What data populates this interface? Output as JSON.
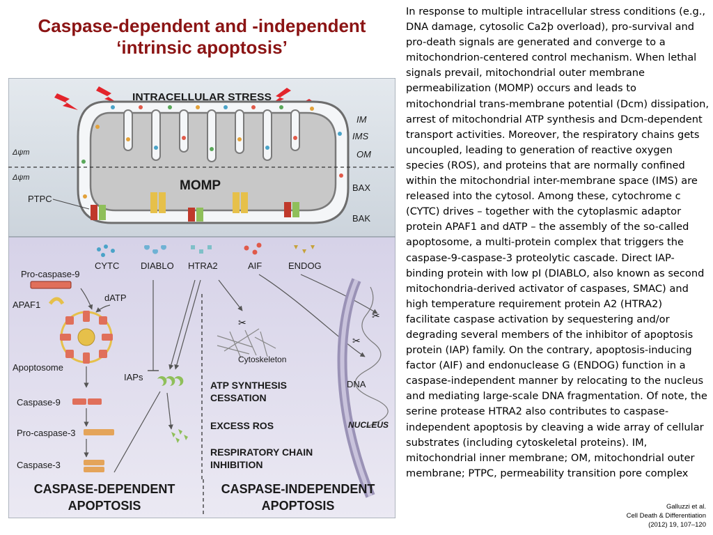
{
  "title": {
    "line1": "Caspase-dependent and -independent",
    "line2": "‘intrinsic apoptosis’"
  },
  "body_text": "In response to multiple intracellular stress conditions (e.g., DNA damage, cytosolic Ca2þ overload), pro-survival and pro-death signals are generated and converge to a mitochondrion-centered control mechanism. When lethal signals prevail, mitochondrial outer membrane permeabilization (MOMP) occurs and leads to mitochondrial trans-membrane potential (Dcm) dissipation, arrest of mitochondrial ATP synthesis and Dcm-dependent transport activities. Moreover, the respiratory chains gets uncoupled, leading to generation of reactive oxygen species (ROS), and proteins that are normally confined within the mitochondrial inter-membrane space (IMS) are released into the cytosol. Among these, cytochrome c (CYTC) drives – together with the cytoplasmic adaptor protein APAF1 and dATP – the assembly of the so-called apoptosome, a multi-protein complex that triggers the caspase-9-caspase-3 proteolytic cascade. Direct IAP-binding protein with low pI (DIABLO, also known as second mitochondria-derived activator of caspases, SMAC) and high temperature requirement protein A2 (HTRA2) facilitate caspase activation by sequestering and/or degrading several members of the inhibitor of apoptosis protein (IAP) family. On the contrary, apoptosis-inducing factor (AIF) and endonuclease G (ENDOG) function in a caspase-independent manner by relocating to the nucleus and mediating large-scale DNA fragmentation. Of note, the serine protease HTRA2 also contributes to caspase-independent apoptosis by cleaving a wide array of cellular substrates (including cytoskeletal proteins). IM, mitochondrial inner membrane; OM, mitochondrial outer membrane; PTPC, permeability transition pore complex",
  "citation": {
    "line1": "Galluzzi et al.",
    "line2": "Cell Death & Differentiation",
    "line3": "(2012) 19, 107–120"
  },
  "diagram": {
    "stress_label": "INTRACELLULAR STRESS",
    "membrane_labels": {
      "im": "IM",
      "ims": "IMS",
      "om": "OM"
    },
    "potential_labels": {
      "high": "Δψm",
      "low": "Δψm"
    },
    "momp_label": "MOMP",
    "ptpc_label": "PTPC",
    "bax_label": "BAX",
    "bak_label": "BAK",
    "released_proteins": {
      "cytc": "CYTC",
      "diablo": "DIABLO",
      "htra2": "HTRA2",
      "aif": "AIF",
      "endog": "ENDOG"
    },
    "pro_caspase_9": "Pro-caspase-9",
    "apaf1": "APAF1",
    "datp": "dATP",
    "apoptosome": "Apoptosome",
    "iaps": "IAPs",
    "caspase_9": "Caspase-9",
    "pro_caspase_3": "Pro-caspase-3",
    "caspase_3": "Caspase-3",
    "cytoskeleton": "Cytoskeleton",
    "dna": "DNA",
    "nucleus": "NUCLEUS",
    "atp_line1": "ATP SYNTHESIS",
    "atp_line2": "CESSATION",
    "ros": "EXCESS ROS",
    "resp_line1": "RESPIRATORY CHAIN",
    "resp_line2": "INHIBITION",
    "dep_line1": "CASPASE-DEPENDENT",
    "dep_line2": "APOPTOSIS",
    "indep_line1": "CASPASE-INDEPENDENT",
    "indep_line2": "APOPTOSIS"
  },
  "colors": {
    "title": "#8b1414",
    "stress_bg": "#d8dfe6",
    "cytosol_bg": "#dcd7ea",
    "matrix": "#c7c7c7",
    "caspase": "#e06f5a",
    "bolt": "#e3242b"
  }
}
